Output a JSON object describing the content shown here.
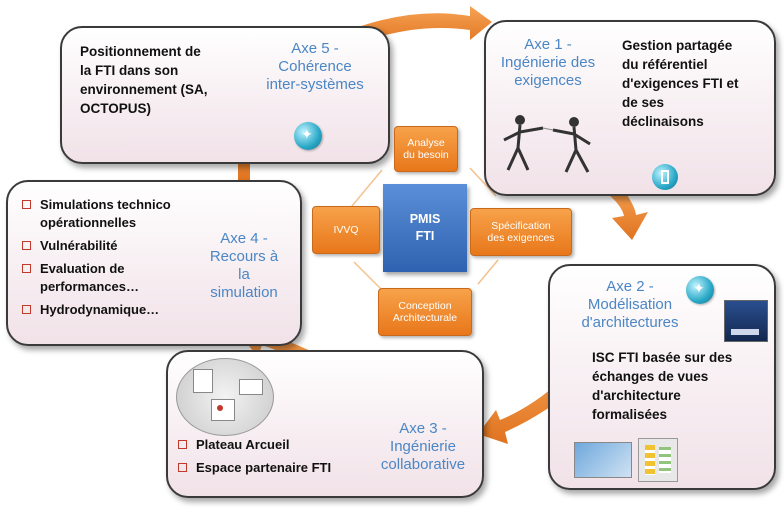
{
  "axe5": {
    "title": "Axe 5 -\nCohérence\ninter-systèmes",
    "text": "Positionnement de\nla FTI dans son\nenvironnement (SA,\nOCTOPUS)"
  },
  "axe1": {
    "title": "Axe 1 -\nIngénierie des\nexigences",
    "text": "Gestion partagée\ndu référentiel\nd'exigences FTI et\nde ses\ndéclinaisons"
  },
  "axe4": {
    "title": "Axe 4 -\nRecours à\nla\nsimulation",
    "items": [
      "Simulations technico opérationnelles",
      "Vulnérabilité",
      "Evaluation de performances…",
      "Hydrodynamique…"
    ]
  },
  "axe2": {
    "title": "Axe 2 -\nModélisation\nd'architectures",
    "text": "ISC FTI basée sur des\néchanges de vues\nd'architecture\nformalisées"
  },
  "axe3": {
    "title": "Axe 3 -\nIngénierie\ncollaborative",
    "items": [
      "Plateau Arcueil",
      "Espace partenaire FTI"
    ]
  },
  "center": {
    "pmis": "PMIS\nFTI",
    "analyse": "Analyse\ndu besoin",
    "specification": "Spécification\ndes exigences",
    "conception": "Conception\nArchitecturale",
    "ivvq": "IVVQ"
  },
  "colors": {
    "arrow": "#ee8a2c",
    "axe_title": "#4b86c5",
    "pmis": "#2f62b0",
    "orange_box": "#e8771a"
  }
}
